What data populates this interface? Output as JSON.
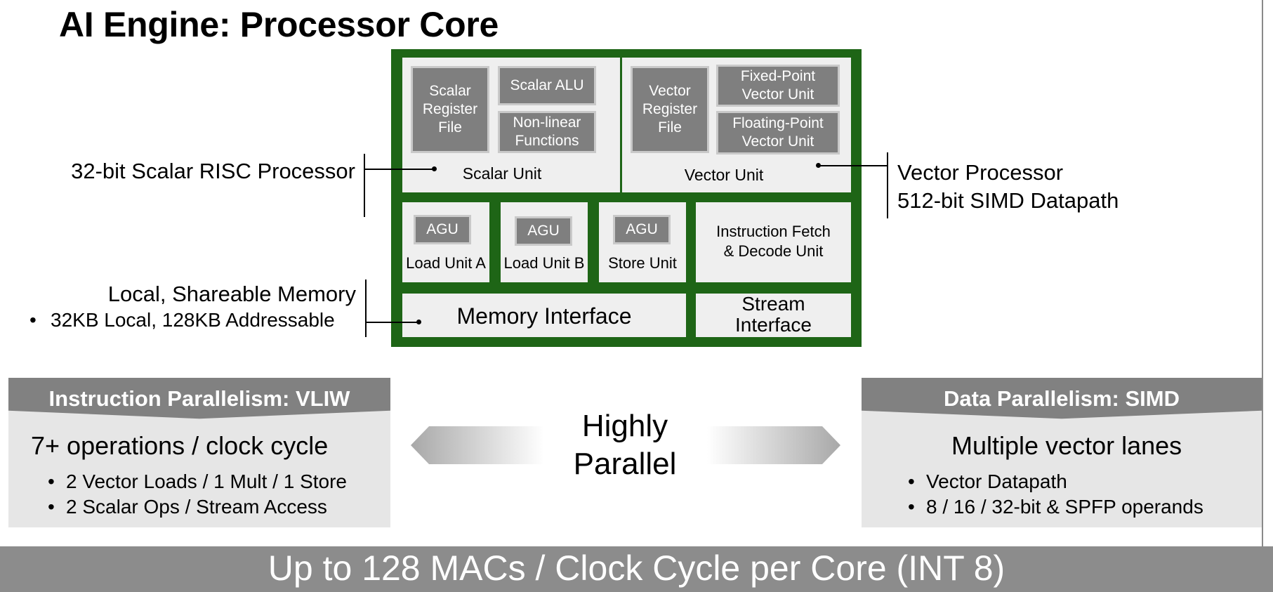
{
  "title": "AI Engine: Processor Core",
  "core": {
    "scalar_unit": {
      "label": "Scalar Unit",
      "register_file": "Scalar Register File",
      "alu": "Scalar ALU",
      "nonlinear": "Non-linear Functions"
    },
    "vector_unit": {
      "label": "Vector Unit",
      "register_file": "Vector Register File",
      "fixed_point": "Fixed-Point Vector Unit",
      "floating_point": "Floating-Point Vector Unit"
    },
    "load_unit_a": {
      "agu": "AGU",
      "label": "Load Unit A"
    },
    "load_unit_b": {
      "agu": "AGU",
      "label": "Load Unit B"
    },
    "store_unit": {
      "agu": "AGU",
      "label": "Store Unit"
    },
    "fetch_decode": "Instruction Fetch & Decode Unit",
    "memory_interface": "Memory Interface",
    "stream_interface": "Stream Interface"
  },
  "annotations": {
    "scalar": "32-bit Scalar RISC Processor",
    "vector_line1": "Vector Processor",
    "vector_line2": "512-bit SIMD Datapath",
    "memory_line1": "Local, Shareable Memory",
    "memory_bullet": "32KB Local, 128KB Addressable"
  },
  "instruction_parallelism": {
    "title": "Instruction Parallelism:  VLIW",
    "main": "7+ operations / clock cycle",
    "bullets": [
      "2 Vector Loads / 1 Mult / 1 Store",
      "2 Scalar  Ops / Stream Access"
    ]
  },
  "center": {
    "line1": "Highly",
    "line2": "Parallel"
  },
  "data_parallelism": {
    "title": "Data Parallelism:  SIMD",
    "main": "Multiple vector lanes",
    "bullets": [
      "Vector Datapath",
      "8 / 16 / 32-bit & SPFP operands"
    ]
  },
  "footer": "Up to 128 MACs / Clock Cycle per Core (INT 8)",
  "colors": {
    "core_green": "#1e6516",
    "box_gray": "#7f7f7f",
    "panel": "#efefef",
    "bar_gray": "#8c8c8c"
  },
  "bullet_glyph": "•"
}
